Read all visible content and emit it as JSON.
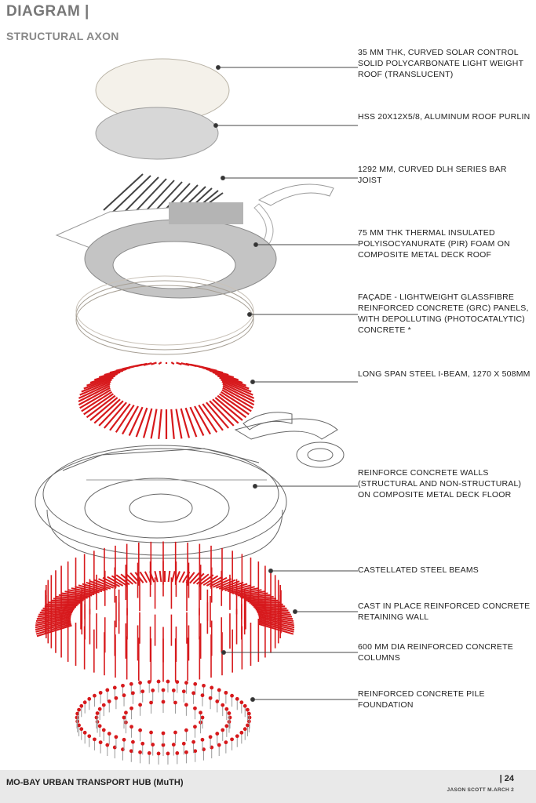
{
  "header": {
    "title": "DIAGRAM |",
    "subtitle": "STRUCTURAL AXON"
  },
  "labels": [
    {
      "id": "roof-membrane",
      "text": "35 MM THK, CURVED SOLAR CONTROL SOLID POLYCARBONATE LIGHT WEIGHT ROOF (TRANSLUCENT)"
    },
    {
      "id": "roof-purlin",
      "text": "HSS 20X12X5/8, ALUMINUM ROOF PURLIN"
    },
    {
      "id": "bar-joist",
      "text": "1292 MM, CURVED DLH SERIES BAR JOIST"
    },
    {
      "id": "insulation",
      "text": "75 MM THK THERMAL INSULATED POLYISOCYANURATE (PIR) FOAM ON COMPOSITE METAL DECK ROOF"
    },
    {
      "id": "facade",
      "text": "FAÇADE - LIGHTWEIGHT GLASSFIBRE REINFORCED CONCRETE (GRC) PANELS, WITH DEPOLLUTING (PHOTOCATALYTIC) CONCRETE *"
    },
    {
      "id": "i-beam",
      "text": "LONG SPAN STEEL I-BEAM, 1270 x 508MM"
    },
    {
      "id": "concrete-walls",
      "text": "REINFORCE CONCRETE WALLS (STRUCTURAL AND NON-STRUCTURAL) ON COMPOSITE METAL DECK FLOOR"
    },
    {
      "id": "castellated",
      "text": "CASTELLATED STEEL BEAMS"
    },
    {
      "id": "retaining-wall",
      "text": "CAST IN PLACE REINFORCED CONCRETE RETAINING WALL"
    },
    {
      "id": "columns",
      "text": "600 MM DIA REINFORCED CONCRETE COLUMNS"
    },
    {
      "id": "pile-foundation",
      "text": "REINFORCED CONCRETE PILE FOUNDATION"
    }
  ],
  "footer": {
    "project": "MO-BAY URBAN TRANSPORT HUB (MuTH)",
    "page": "| 24",
    "author": "JASON SCOTT M.ARCH 2"
  },
  "colors": {
    "structure_red": "#d7191c",
    "grey_layer": "#bdbdbd",
    "light_layer": "#f4f1ea",
    "line": "#555555",
    "footer_bg": "#e9e9e9"
  }
}
